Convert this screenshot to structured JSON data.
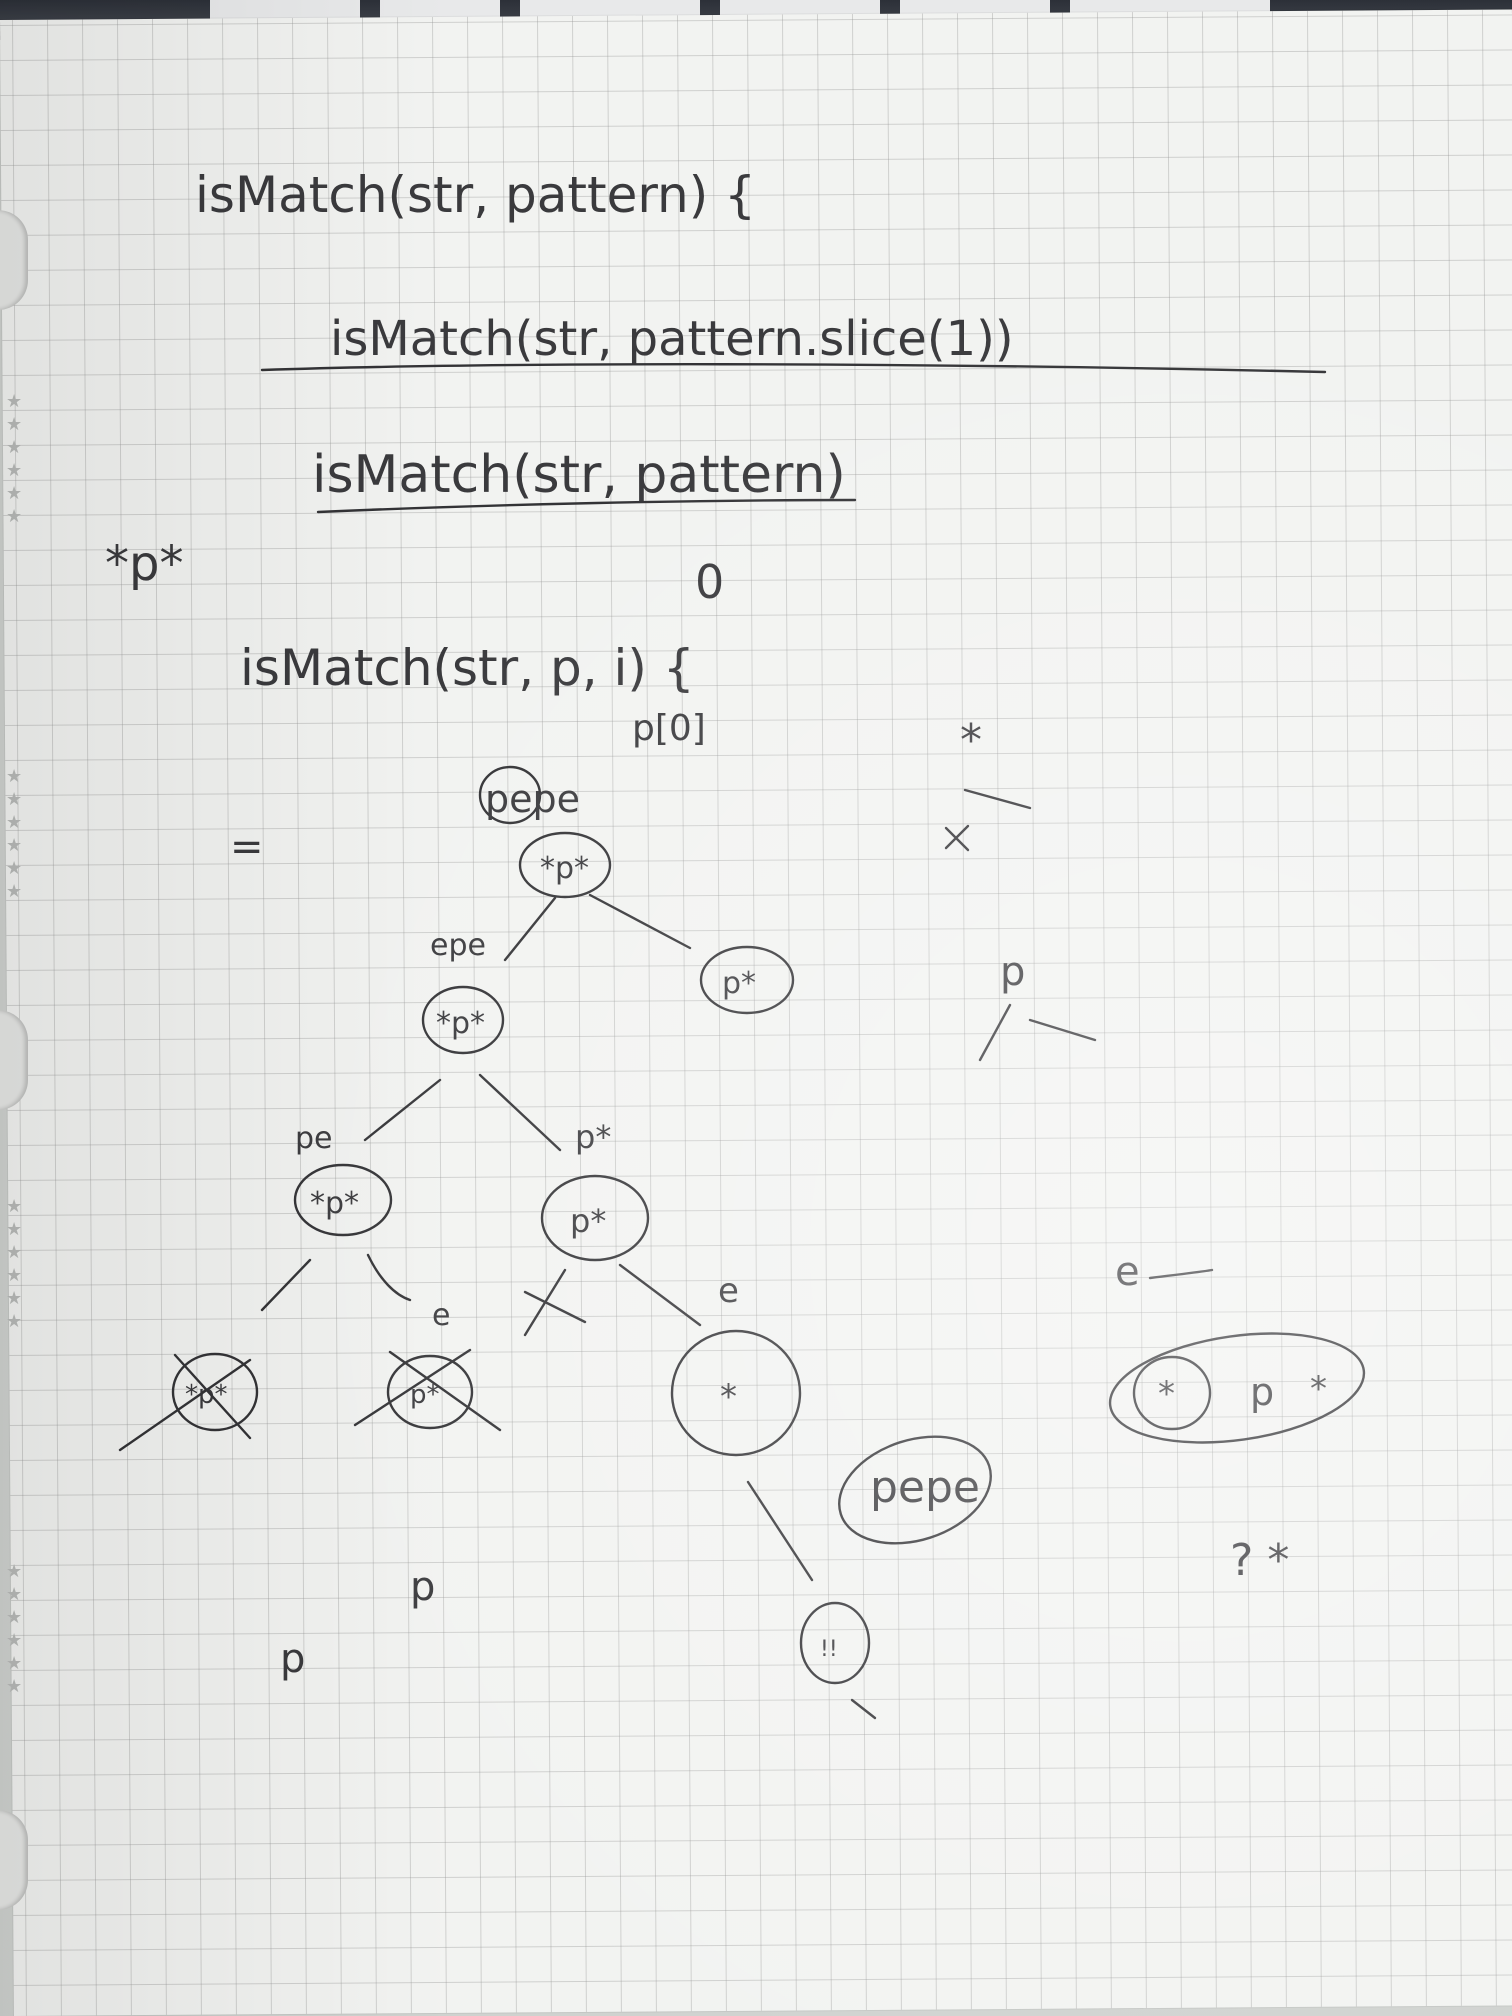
{
  "notes": {
    "line1": "isMatch(str, pattern) {",
    "line2": "isMatch(str, pattern.slice(1))",
    "line3": "isMatch(str, pattern)",
    "star_p_star": "*p*",
    "zero": "0",
    "line4": "isMatch(str, p, i) {",
    "p_index": "p[0]",
    "equals_mark": "=",
    "side_star": "*",
    "side_p": "p"
  },
  "tree": {
    "root_string": "pepe",
    "root_pattern": "*p*",
    "right_child_pattern": "p*",
    "left_string": "epe",
    "left_pattern": "*p*",
    "ll_string": "pe",
    "ll_pattern": "*p*",
    "lr_string": "p*",
    "lr_pattern": "p*",
    "lll_pattern": "*p*",
    "llr_string": "e",
    "llr_pattern": "p*",
    "lrr_string": "e",
    "lrr_pattern": "*",
    "leaf_pattern": "!!",
    "p_left": "p",
    "p_mid": "p"
  },
  "side": {
    "e_label": "e",
    "pattern_a": "*",
    "pattern_b": "p",
    "pattern_c": "*",
    "question": "? *",
    "pepe_note": "pepe"
  }
}
